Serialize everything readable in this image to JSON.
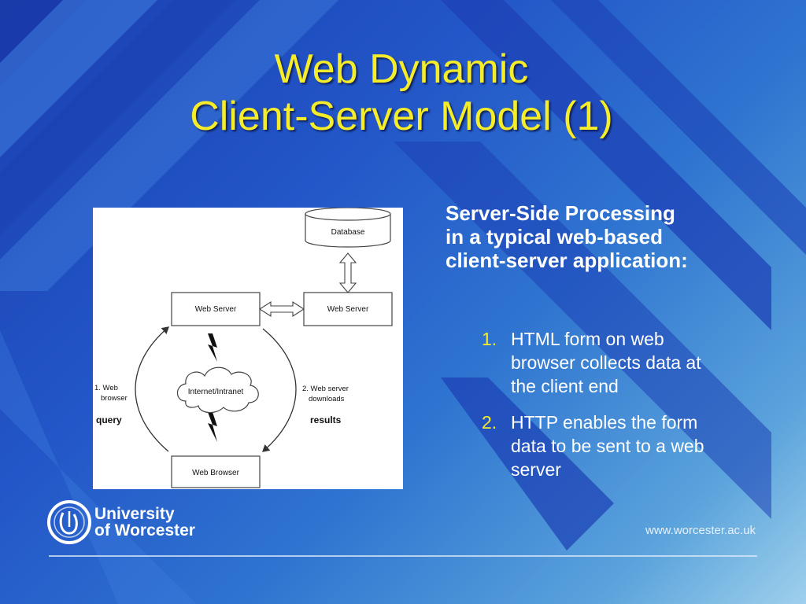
{
  "slide": {
    "title_line1": "Web Dynamic",
    "title_line2": "Client-Server Model (1)",
    "heading_line1": "Server-Side Processing",
    "heading_line2": "in a typical web-based",
    "heading_line3": "client-server application:",
    "items": [
      {
        "number": "1.",
        "lines": [
          "HTML form on web",
          "browser collects data at",
          "the client end"
        ]
      },
      {
        "number": "2.",
        "lines": [
          "HTTP enables the form",
          "data to be sent to a web",
          "server"
        ]
      }
    ]
  },
  "diagram": {
    "database": "Database",
    "web_server_left": "Web Server",
    "web_server_right": "Web Server",
    "cloud": "Internet/Intranet",
    "browser": "Web Browser",
    "left_step_line1": "1. Web",
    "left_step_line2": "browser",
    "left_step_bold": "query",
    "right_step_line1": "2. Web server",
    "right_step_line2": "downloads",
    "right_step_bold": "results"
  },
  "footer": {
    "logo_line1": "University",
    "logo_line2": "of Worcester",
    "url": "www.worcester.ac.uk"
  },
  "colors": {
    "title": "#f5ec2a",
    "background": "#2356c8",
    "text": "#ffffff"
  }
}
